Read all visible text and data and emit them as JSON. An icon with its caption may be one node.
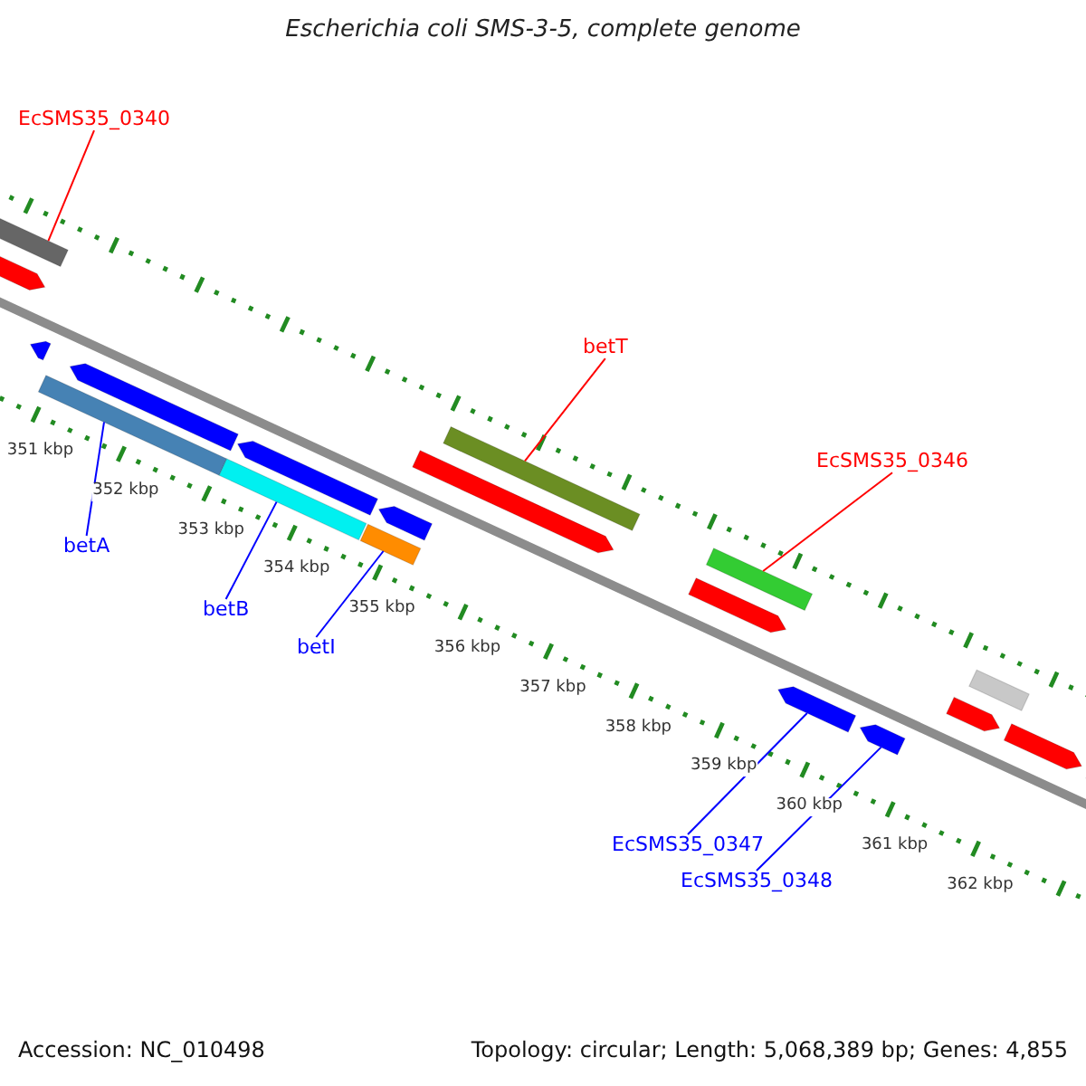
{
  "diagram": {
    "title": "Escherichia coli SMS-3-5, complete genome",
    "nodes": [
      {
        "text": [
          "EcSMS35_0340"
        ]
      },
      {
        "text": [],
        "shape": "bar"
      },
      {
        "text": [
          "betT"
        ]
      },
      {
        "text": [],
        "shape": "bar"
      },
      {
        "text": [
          "EcSMS35_0346"
        ]
      },
      {
        "text": [],
        "shape": "bar"
      },
      {
        "text": [
          "betA"
        ]
      },
      {
        "text": [],
        "shape": "bar"
      },
      {
        "text": [
          "betB"
        ]
      },
      {
        "text": [],
        "shape": "bar"
      },
      {
        "text": [
          "betI"
        ]
      },
      {
        "text": [],
        "shape": "bar"
      },
      {
        "text": [
          "EcSMS35_0347"
        ]
      },
      {
        "text": [],
        "shape": "bar"
      },
      {
        "text": [
          "EcSMS35_0348"
        ]
      },
      {
        "text": [],
        "shape": "bar"
      },
      {
        "text": [],
        "shape": "bar"
      },
      {
        "text": [],
        "shape": "bar"
      },
      {
        "text": [],
        "shape": "bar"
      },
      {
        "text": [],
        "shape": "bar"
      },
      {
        "text": [],
        "shape": "bar"
      },
      {
        "text": [],
        "shape": "bar"
      },
      {
        "text": [],
        "shape": "bar"
      },
      {
        "text": [],
        "shape": "bar"
      },
      {
        "text": [],
        "shape": "bar"
      },
      {
        "text": [],
        "shape": "bar"
      },
      {
        "text": [],
        "shape": "bar"
      }
    ],
    "edges": [
      {
        "from": 0,
        "to": 1,
        "arrow": "none",
        "color": "#ff0000"
      },
      {
        "from": 2,
        "to": 3,
        "arrow": "none",
        "color": "#ff0000"
      },
      {
        "from": 4,
        "to": 5,
        "arrow": "none",
        "color": "#ff0000"
      },
      {
        "from": 6,
        "to": 7,
        "arrow": "none"
      },
      {
        "from": 8,
        "to": 9,
        "arrow": "none"
      },
      {
        "from": 10,
        "to": 11,
        "arrow": "none"
      },
      {
        "from": 12,
        "to": 13,
        "arrow": "none"
      },
      {
        "from": 14,
        "to": 15,
        "arrow": "none"
      }
    ],
    "labels": [
      "351 kbp",
      "352 kbp",
      "353 kbp",
      "354 kbp",
      "355 kbp",
      "356 kbp",
      "357 kbp",
      "358 kbp",
      "359 kbp",
      "360 kbp",
      "361 kbp",
      "362 kbp",
      "Accession: NC_010498",
      "Topology: circular; Length: 5,068,389 bp; Genes: 4,855"
    ]
  }
}
